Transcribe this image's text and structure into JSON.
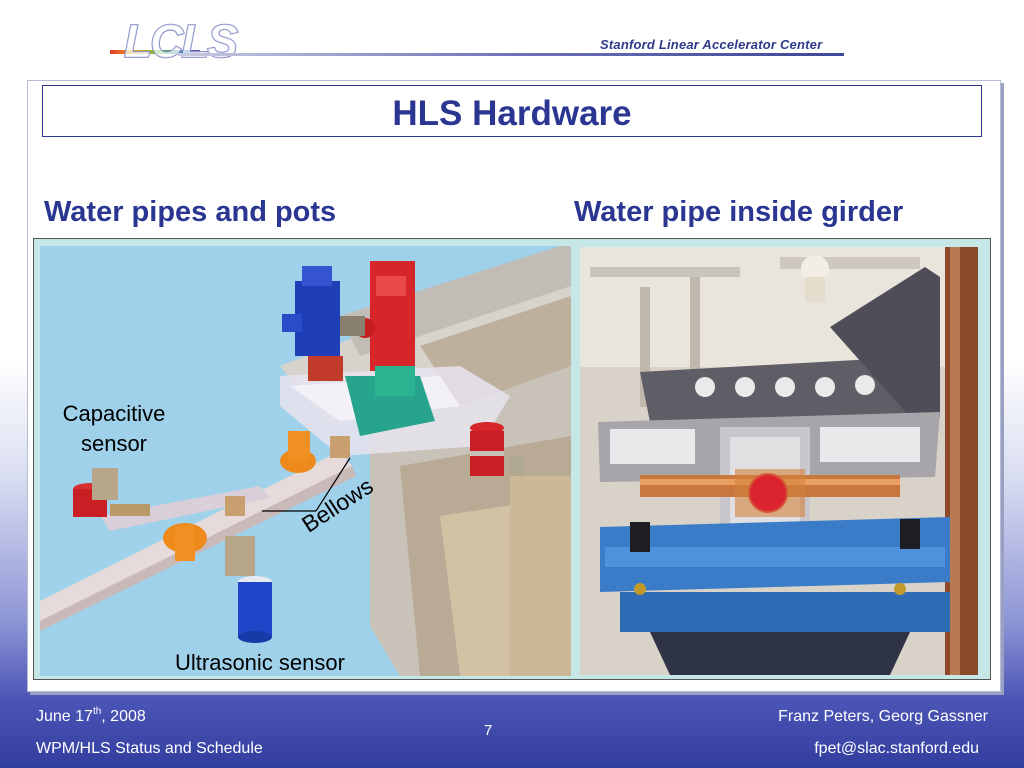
{
  "header": {
    "logo_text": "LCLS",
    "organization": "Stanford Linear Accelerator Center"
  },
  "slide": {
    "title": "HLS Hardware",
    "left_heading": "Water pipes and pots",
    "right_heading": "Water pipe inside girder",
    "callouts": {
      "capacitive": "Capacitive sensor",
      "bellows": "Bellows",
      "ultrasonic": "Ultrasonic sensor"
    }
  },
  "footer": {
    "date_prefix": "June 17",
    "date_sup": "th",
    "date_suffix": ", 2008",
    "title": "WPM/HLS Status and Schedule",
    "page_number": "7",
    "authors": "Franz Peters, Georg Gassner",
    "email": "fpet@slac.stanford.edu"
  },
  "colors": {
    "title_blue": "#2a3691",
    "footer_dark": "#323e9e",
    "frame_teal": "#c5e7e6"
  }
}
